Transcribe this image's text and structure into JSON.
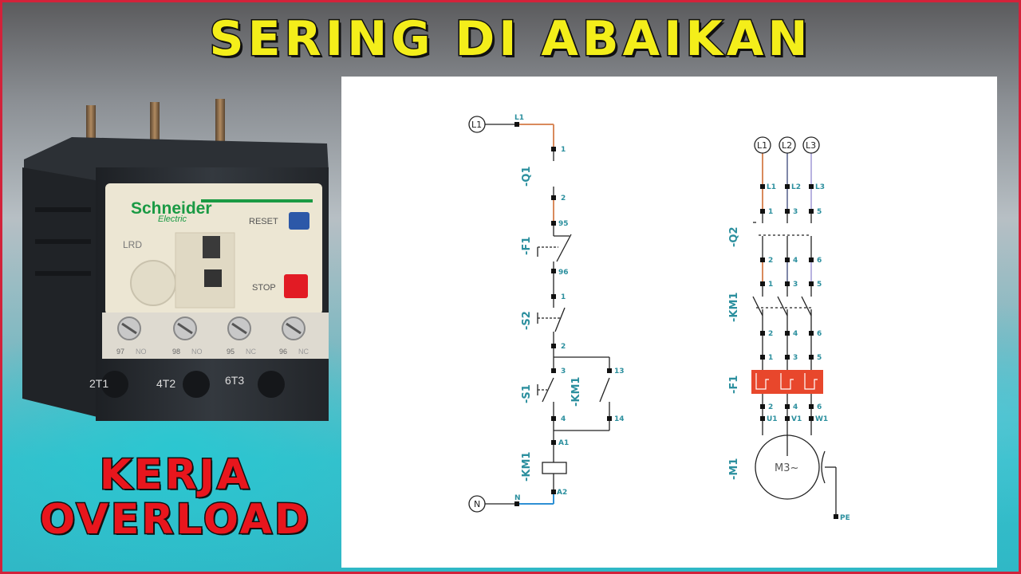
{
  "headline": "SERING DI ABAIKAN",
  "side_text": {
    "line1": "KERJA",
    "line2": "OVERLOAD"
  },
  "relay": {
    "brand": "Schneider",
    "brand_sub": "Electric",
    "model": "LRD",
    "reset_label": "RESET",
    "stop_label": "STOP",
    "terminal_top": [
      "97",
      "NO",
      "98",
      "NO",
      "95",
      "NC",
      "96",
      "NC"
    ],
    "terminal_bottom": [
      "2T1",
      "4T2",
      "6T3"
    ],
    "colors": {
      "body": "#2a2e33",
      "face": "#ece6d3",
      "brand_green": "#1a9a44",
      "reset": "#2c58a8",
      "stop": "#e21b24"
    }
  },
  "diagram": {
    "control": {
      "supply_top": "L1",
      "supply_bottom": "N",
      "wire_top_label": "L1",
      "wire_bottom_label": "N",
      "q1_label": "-Q1",
      "q1_t1": "1",
      "q1_t2": "2",
      "f1_label": "-F1",
      "f1_t95": "95",
      "f1_t96": "96",
      "s2_label": "-S2",
      "s2_t1": "1",
      "s2_t2": "2",
      "s1_label": "-S1",
      "s1_t3": "3",
      "s1_t4": "4",
      "km1_contact_label": "-KM1",
      "km1_t13": "13",
      "km1_t14": "14",
      "km1_coil_label": "-KM1",
      "coil_a1": "A1",
      "coil_a2": "A2"
    },
    "power": {
      "phases": [
        "L1",
        "L2",
        "L3"
      ],
      "q2_label": "-Q2",
      "q2_top": [
        "L1",
        "L2",
        "L3"
      ],
      "q2_in": [
        "1",
        "3",
        "5"
      ],
      "q2_out": [
        "2",
        "4",
        "6"
      ],
      "km1_label": "-KM1",
      "km1_in": [
        "1",
        "3",
        "5"
      ],
      "km1_out": [
        "2",
        "4",
        "6"
      ],
      "f1_label": "-F1",
      "f1_in": [
        "1",
        "3",
        "5"
      ],
      "f1_out": [
        "2",
        "4",
        "6"
      ],
      "motor_terms": [
        "U1",
        "V1",
        "W1"
      ],
      "m1_label": "-M1",
      "motor_text": "M3~",
      "pe_label": "PE"
    },
    "colors": {
      "accent": "#2b8f9e",
      "l1_wire": "#d98a5c",
      "l2_wire": "#7f87a8",
      "l3_wire": "#b8b2e0",
      "n_wire": "#2e90d4",
      "overload": "#e8472c"
    }
  }
}
